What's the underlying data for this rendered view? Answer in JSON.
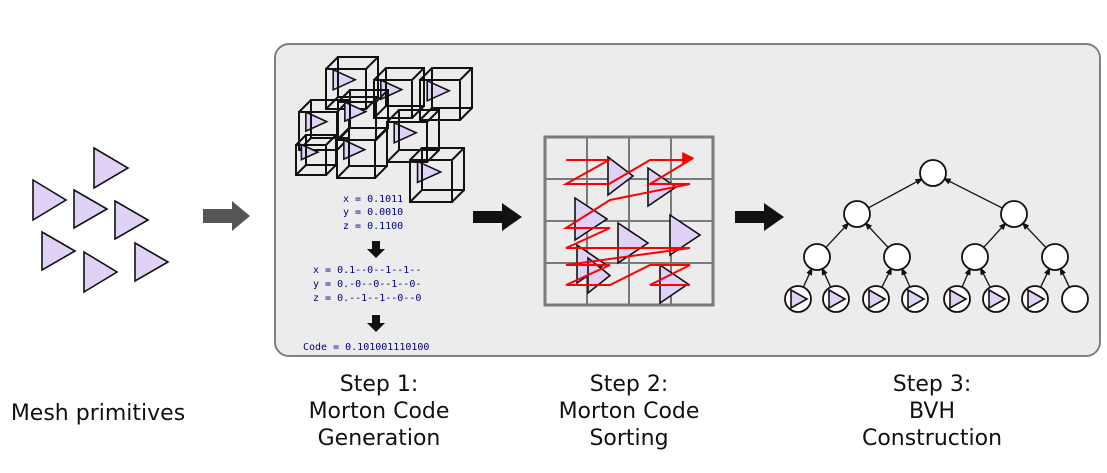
{
  "colors": {
    "primitive_fill": "#e0d2f7",
    "panel_fill": "#ececec",
    "panel_stroke": "#808080",
    "grid": "#7a7a7a",
    "morton_curve": "#ff0000",
    "code_text": "#000080",
    "gray_arrow": "#555555"
  },
  "left": {
    "caption": "Mesh primitives"
  },
  "step1": {
    "coords": [
      "x = 0.1011",
      "y = 0.0010",
      "z = 0.1100"
    ],
    "interleave": [
      "x = 0.1--0--1--1--",
      "y = 0.-0--0--1--0-",
      "z = 0.--1--1--0--0"
    ],
    "code": "Code = 0.101001110100",
    "caption": [
      "Step 1:",
      "Morton Code",
      "Generation"
    ]
  },
  "step2": {
    "caption": [
      "Step 2:",
      "Morton Code",
      "Sorting"
    ]
  },
  "step3": {
    "caption": [
      "Step 3:",
      "BVH",
      "Construction"
    ]
  },
  "icons": {
    "left_arrow": "gray-right-arrow-icon",
    "step_arrow": "black-right-arrow-icon",
    "down_arrow": "black-down-arrow-icon"
  }
}
